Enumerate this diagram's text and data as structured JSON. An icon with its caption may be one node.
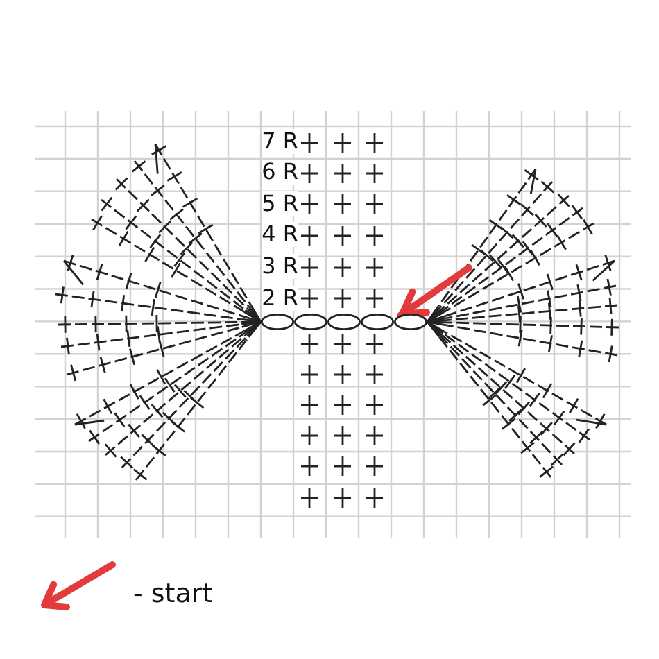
{
  "diagram": {
    "nodes": [
      {
        "text": [],
        "shape": "ellipse"
      },
      {
        "text": [],
        "shape": "ellipse"
      },
      {
        "text": [],
        "shape": "ellipse"
      },
      {
        "text": [],
        "shape": "ellipse"
      },
      {
        "text": [],
        "shape": "ellipse"
      }
    ],
    "edges": [
      {
        "from": null,
        "to": 4,
        "arrow": "to",
        "color": "#e23b3b"
      }
    ],
    "labels": [
      "7 R",
      "6 R",
      "5 R",
      "4 R",
      "3 R",
      "2 R"
    ],
    "legend": [
      {
        "text": "- start"
      }
    ]
  }
}
